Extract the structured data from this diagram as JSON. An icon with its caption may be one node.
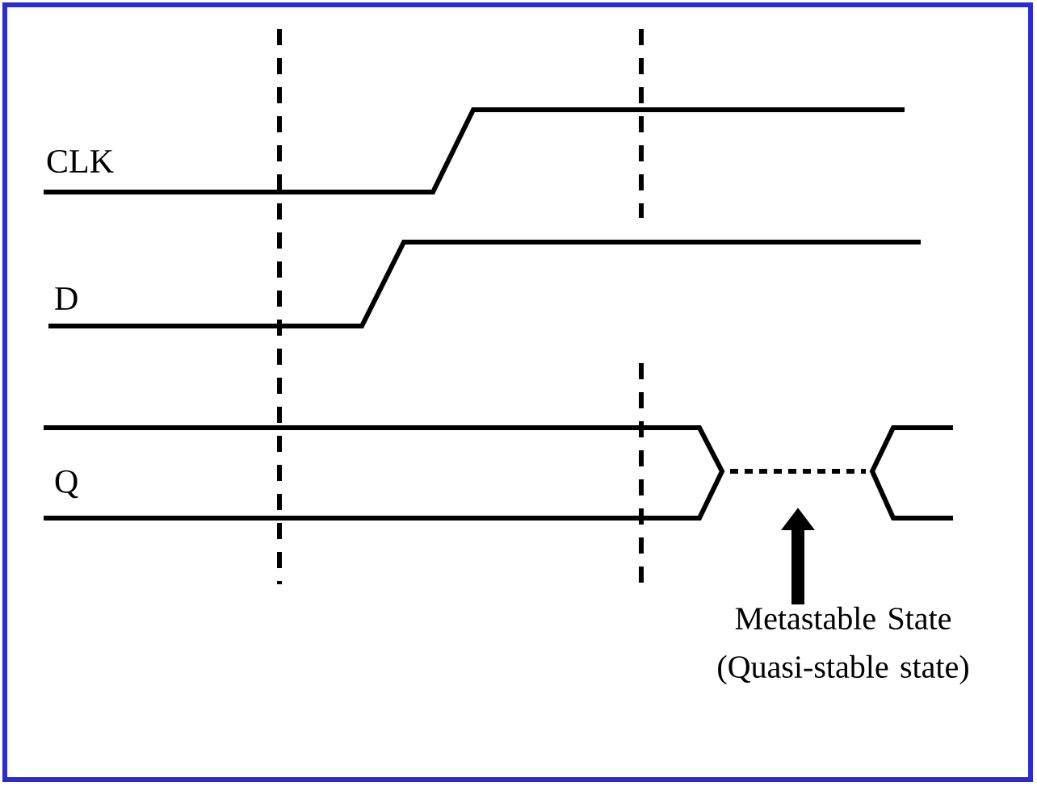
{
  "diagram": {
    "nodes": [
      {
        "text": [
          "Metastable State (Quasi-stable state)"
        ]
      },
      {
        "text": [],
        "shape": "line"
      }
    ],
    "edges": [
      {
        "from": 0,
        "to": 1,
        "arrow": "to"
      }
    ],
    "labels": [
      "CLK",
      "D",
      "Q"
    ]
  }
}
